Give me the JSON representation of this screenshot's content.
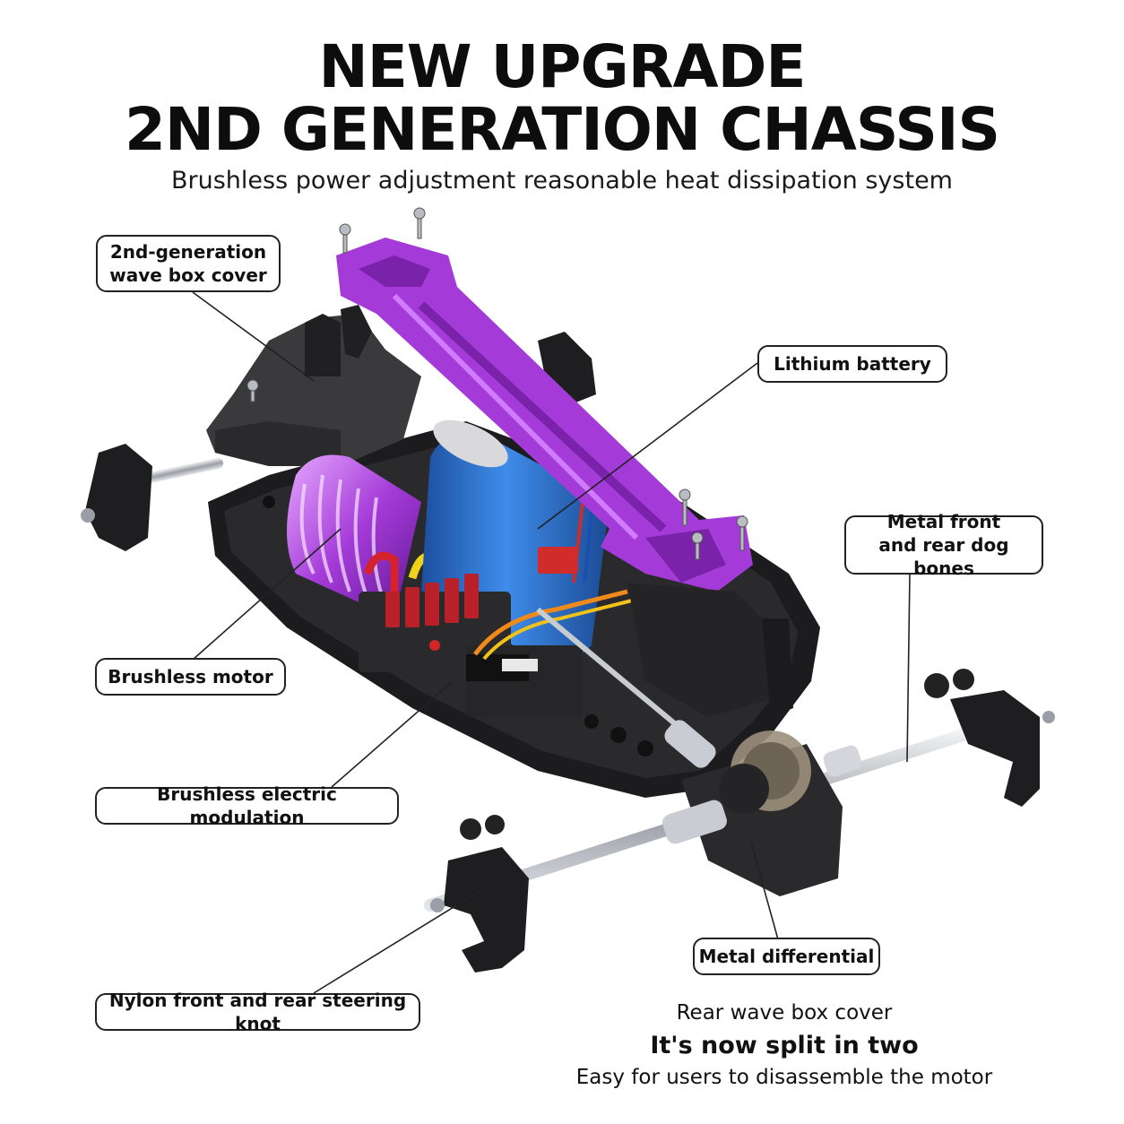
{
  "header": {
    "title_line1": "NEW UPGRADE",
    "title_line2": "2ND GENERATION CHASSIS",
    "subtitle": "Brushless power adjustment reasonable heat dissipation system"
  },
  "callouts": {
    "wave_box_cover": {
      "line1": "2nd-generation",
      "line2": "wave box cover"
    },
    "lithium_battery": "Lithium battery",
    "dog_bones": {
      "line1": "Metal front",
      "line2": "and rear dog bones"
    },
    "brushless_motor": "Brushless motor",
    "electric_modulation": "Brushless electric modulation",
    "metal_differential": "Metal differential",
    "steering_knot": "Nylon front and rear steering knot"
  },
  "footer": {
    "line1": "Rear wave box cover",
    "line2": "It's now split in two",
    "line3": "Easy for users to disassemble the motor"
  },
  "colors": {
    "accent_purple": "#a43bd8",
    "battery_blue": "#2a6fd0",
    "heatsink_red": "#b8202a",
    "chassis_black": "#1c1c1e",
    "metal_silver": "#b9bcc2"
  }
}
